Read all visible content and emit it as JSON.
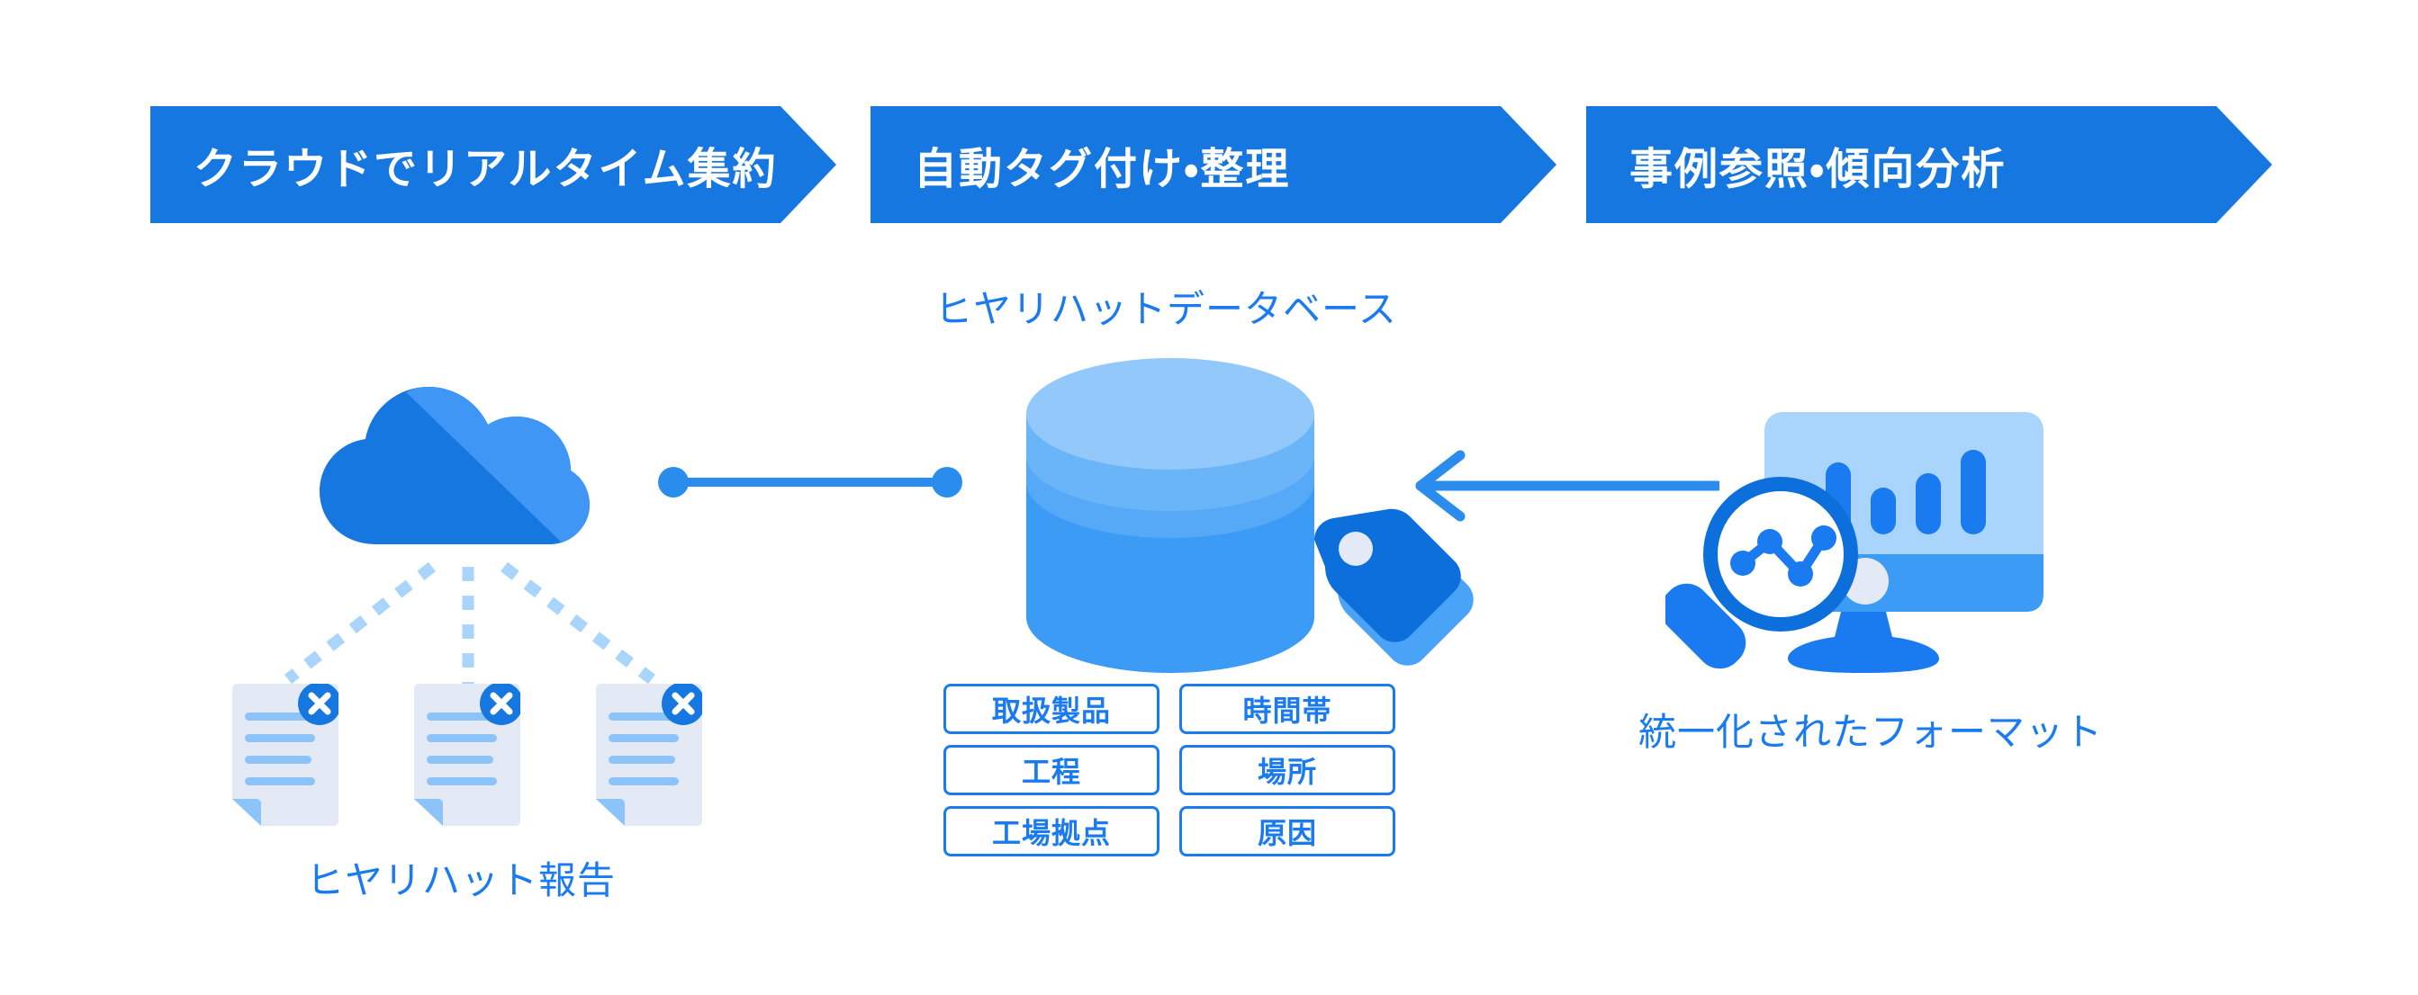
{
  "steps": [
    {
      "id": "step-1",
      "label": "クラウドでリアルタイム集約"
    },
    {
      "id": "step-2",
      "label": "自動タグ付け・整理"
    },
    {
      "id": "step-3",
      "label": "事例参照・傾向分析"
    }
  ],
  "captions": {
    "database": "ヒヤリハットデータベース",
    "reports": "ヒヤリハット報告",
    "format": "統一化されたフォーマット"
  },
  "tags": [
    {
      "label": "取扱製品"
    },
    {
      "label": "時間帯"
    },
    {
      "label": "工程"
    },
    {
      "label": "場所"
    },
    {
      "label": "工場拠点"
    },
    {
      "label": "原因"
    }
  ],
  "icons": {
    "cloud": "cloud-icon",
    "documents": "document-error-icon",
    "database": "database-cylinder-icon",
    "tag": "tag-icon",
    "analytics": "monitor-analytics-icon",
    "arrow": "left-arrow-icon",
    "connector": "dotted-connector-line",
    "fan": "dashed-fan-lines"
  },
  "colors": {
    "brand_blue": "#1677e0",
    "accent_blue": "#1a7af0",
    "light_blue": "#6ab4f8",
    "pale_blue": "#a9d4fb",
    "doc_body": "#e3e9f5",
    "doc_line": "#8cc3f9",
    "background": "#ffffff"
  }
}
